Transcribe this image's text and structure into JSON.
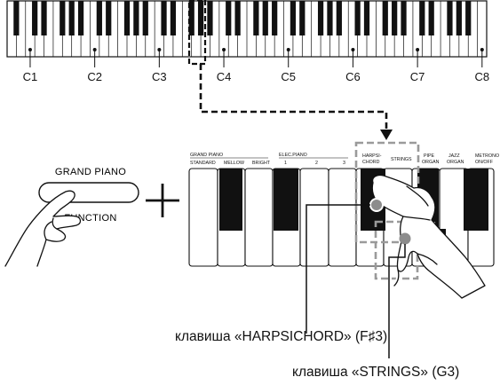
{
  "keyboard": {
    "c_labels": [
      "C1",
      "C2",
      "C3",
      "C4",
      "C5",
      "C6",
      "C7",
      "C8"
    ]
  },
  "panel": {
    "button_title": "GRAND PIANO",
    "button_function": "FUNCTION",
    "plus": "+"
  },
  "tone_labels": {
    "group_grand_piano": "GRAND PIANO",
    "standard": "STANDARD",
    "mellow": "MELLOW",
    "bright": "BRIGHT",
    "group_elec_piano": "ELEC.PIANO",
    "ep1": "1",
    "ep2": "2",
    "ep3": "3",
    "harpsi_line1": "HARPSI-",
    "harpsi_line2": "CHORD",
    "strings": "STRINGS",
    "pipe_line1": "PIPE",
    "pipe_line2": "ORGAN",
    "jazz_line1": "JAZZ",
    "jazz_line2": "ORGAN",
    "metronome_line1": "METRONO",
    "metronome_line2": "ON/OFF"
  },
  "callouts": {
    "harpsichord": "клавиша «HARPSICHORD» (F♯3)",
    "strings": "клавиша «STRINGS» (G3)"
  },
  "colors": {
    "ink": "#111111",
    "dashed_box": "#9a9a9a",
    "marker": "#8c8c8c"
  }
}
